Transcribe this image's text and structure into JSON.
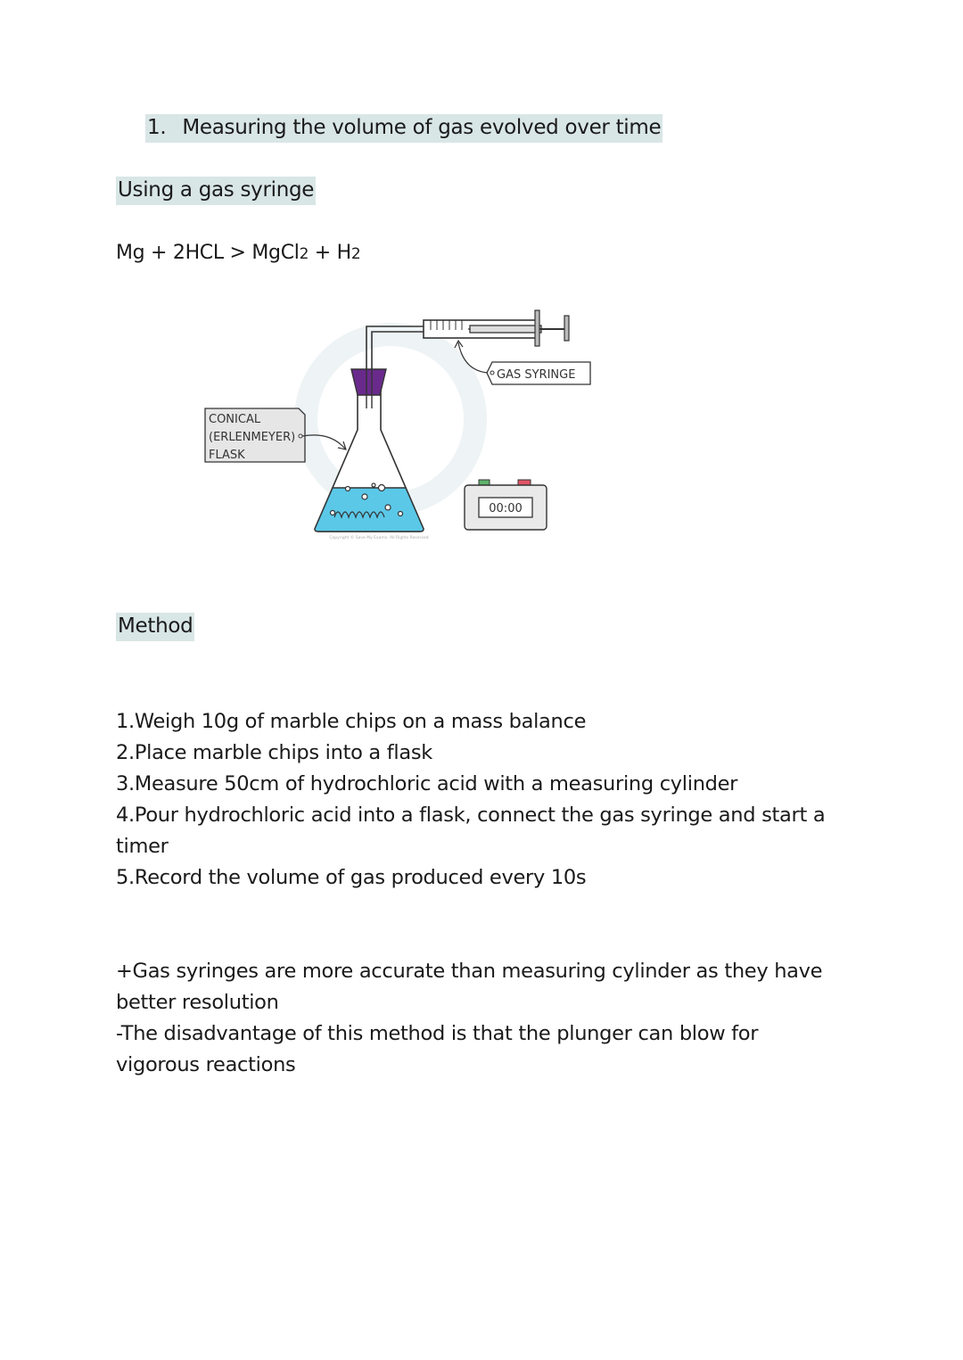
{
  "heading": {
    "number": "1.",
    "text": "Measuring the volume of gas evolved over time"
  },
  "subheading_gas_syringe": "Using a gas syringe",
  "equation": {
    "left": "Mg + 2HCL > MgCl",
    "sub1": "2",
    "middle": " + H",
    "sub2": "2"
  },
  "diagram": {
    "label_gas_syringe": "GAS  SYRINGE",
    "label_flask_line1": "CONICAL",
    "label_flask_line2": "(ERLENMEYER)",
    "label_flask_line3": "FLASK",
    "timer_display": "00:00",
    "copyright": "Copyright © Save My Exams. All Rights Reserved",
    "colors": {
      "liquid": "#5bc8e8",
      "stopper": "#6a2a8c",
      "timer_green": "#5fb36b",
      "timer_red": "#e05567"
    }
  },
  "subheading_method": "Method",
  "steps": [
    "1.Weigh 10g of marble chips on a mass balance",
    "2.Place marble chips into a flask",
    "3.Measure 50cm of hydrochloric acid with a measuring cylinder",
    "4.Pour hydrochloric acid into a flask, connect the gas syringe and start a timer",
    "5.Record the volume of gas produced every 10s"
  ],
  "notes": [
    "+Gas syringes are more accurate than measuring cylinder as they have better resolution",
    "-The disadvantage of this method is that the plunger can blow for vigorous reactions"
  ]
}
